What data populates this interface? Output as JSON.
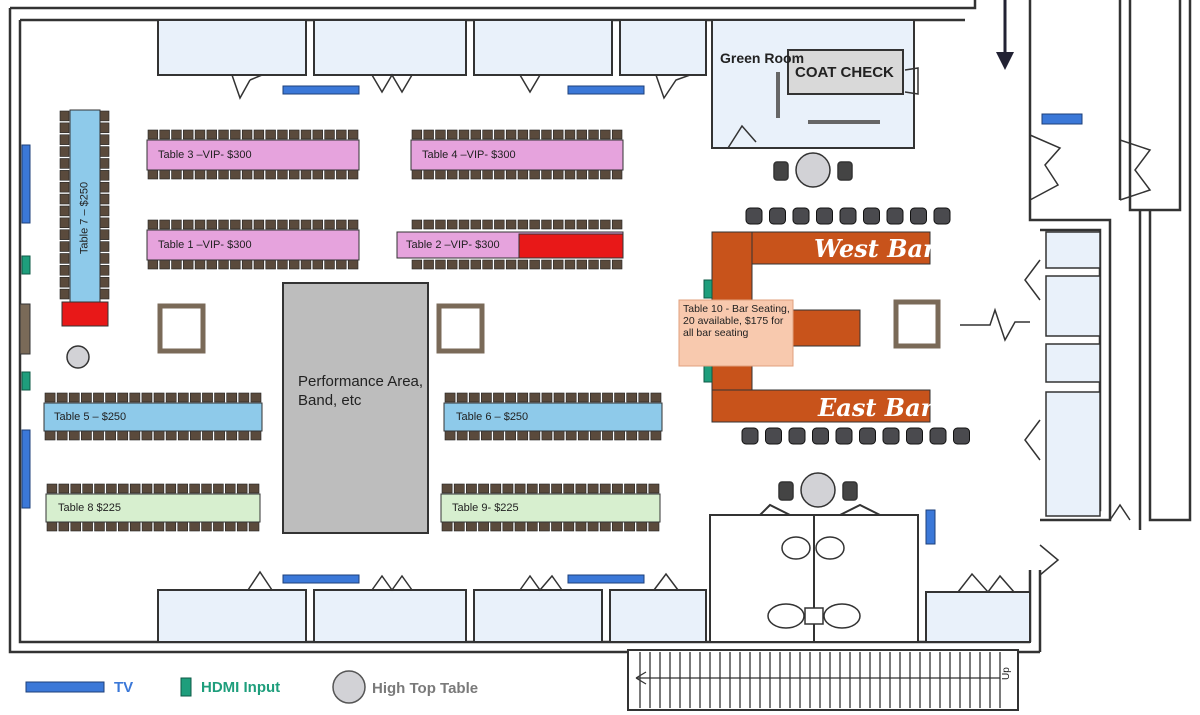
{
  "rooms": {
    "green_room": "Green Room",
    "coat_check": "COAT CHECK",
    "performance": "Performance Area, Band, etc",
    "up_label": "Up"
  },
  "tables": {
    "t1": "Table 1 –VIP- $300",
    "t2": "Table 2 –VIP- $300",
    "t3": "Table 3 –VIP- $300",
    "t4": "Table 4 –VIP- $300",
    "t5": "Table 5 – $250",
    "t6": "Table 6 – $250",
    "t7": "Table 7 – $250",
    "t8": "Table  8  $225",
    "t9": "Table 9- $225",
    "t10": "Table 10 - Bar Seating, 20 available, $175 for all bar seating"
  },
  "bars": {
    "west": "West Bar",
    "east": "East Bar"
  },
  "legend": {
    "tv": "TV",
    "hdmi": "HDMI Input",
    "high_top": "High Top Table"
  },
  "colors": {
    "vip": "#e6a3dd",
    "blue_table": "#8ecaea",
    "green_table": "#d7efcf",
    "bar": "#c8531b",
    "tv": "#3b78d8",
    "hdmi": "#1e9e7c",
    "sold": "#e81818",
    "stage": "#bdbdbd",
    "room": "#e9f1fa",
    "t10_label": "#f8c9ae"
  }
}
